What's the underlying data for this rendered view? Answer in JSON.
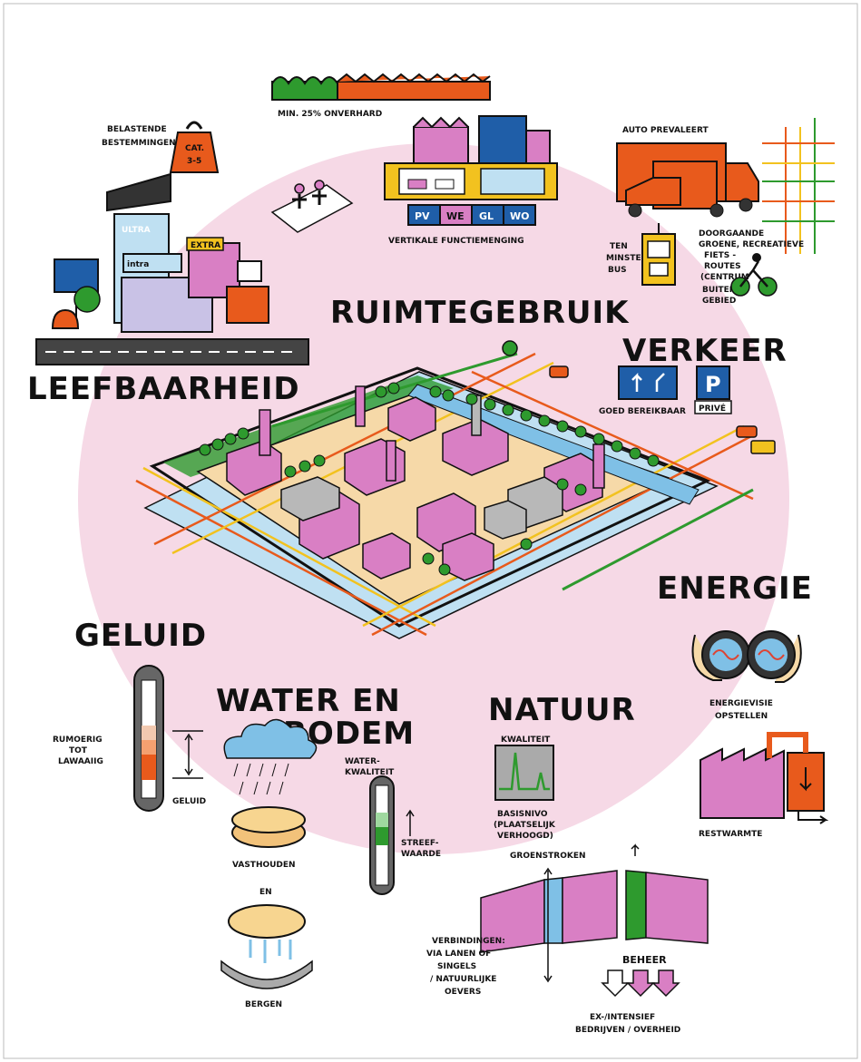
{
  "headings": {
    "ruimtegebruik": "RUIMTEGEBRUIK",
    "leefbaarheid": "LEEFBAARHEID",
    "verkeer": "VERKEER",
    "energie": "ENERGIE",
    "geluid": "GELUID",
    "water_en": "WATER EN",
    "bodem": "BODEM",
    "natuur": "NATUUR"
  },
  "labels": {
    "min_onverhard": "MIN. 25% ONVERHARD",
    "belastende_1": "BELASTENDE",
    "belastende_2": "BESTEMMINGEN",
    "cat_1": "CAT.",
    "cat_2": "3-5",
    "vertikale": "VERTIKALE FUNCTIEMENGING",
    "func_pv": "PV",
    "func_we": "WE",
    "func_gl": "GL",
    "func_wo": "WO",
    "auto_prevaleert": "AUTO PREVALEERT",
    "ten": "TEN",
    "minste": "MINSTE",
    "bus": "BUS",
    "doorgaande_1": "DOORGAANDE",
    "doorgaande_2": "GROENE, RECREATIEVE",
    "doorgaande_3": "FIETS -",
    "doorgaande_4": "ROUTES",
    "doorgaande_5": "(CENTRUM",
    "doorgaande_6": "BUITEN-",
    "doorgaande_7": "GEBIED",
    "ultra": "ULTRA",
    "intra": "intra",
    "extra": "EXTRA",
    "goed_bereikbaar": "GOED BEREIKBAAR",
    "prive": "PRIVÉ",
    "parking": "P",
    "energievisie_1": "ENERGIEVISIE",
    "energievisie_2": "OPSTELLEN",
    "restwarmte": "RESTWARMTE",
    "rumoerig_1": "RUMOERIG",
    "rumoerig_2": "TOT",
    "rumoerig_3": "LAWAAIIG",
    "geluid_small": "GELUID",
    "waterkwaliteit_1": "WATER-",
    "waterkwaliteit_2": "KWALITEIT",
    "streefwaarde_1": "STREEF-",
    "streefwaarde_2": "WAARDE",
    "vasthouden": "VASTHOUDEN",
    "en": "EN",
    "bergen": "BERGEN",
    "kwaliteit": "KWALITEIT",
    "basisniveau_1": "BASISNIVO",
    "basisniveau_2": "(PLAATSELIJK",
    "basisniveau_3": "VERHOOGD)",
    "groenstroken": "GROENSTROKEN",
    "verbindingen_1": "VERBINDINGEN:",
    "verbindingen_2": "VIA LANEN OF",
    "verbindingen_3": "SINGELS",
    "verbindingen_4": "/ NATUURLIJKE",
    "verbindingen_5": "OEVERS",
    "beheer": "BEHEER",
    "ex_intensief_1": "EX-/INTENSIEF",
    "ex_intensief_2": "BEDRIJVEN / OVERHEID"
  },
  "colors": {
    "circle": "#f6d9e6",
    "orange": "#e85a1c",
    "green": "#2e9a2e",
    "magenta": "#d97fc4",
    "blue": "#1f5ea8",
    "yellow": "#f2c21f",
    "sand": "#f6d9a8",
    "water": "#bfe0f2"
  }
}
